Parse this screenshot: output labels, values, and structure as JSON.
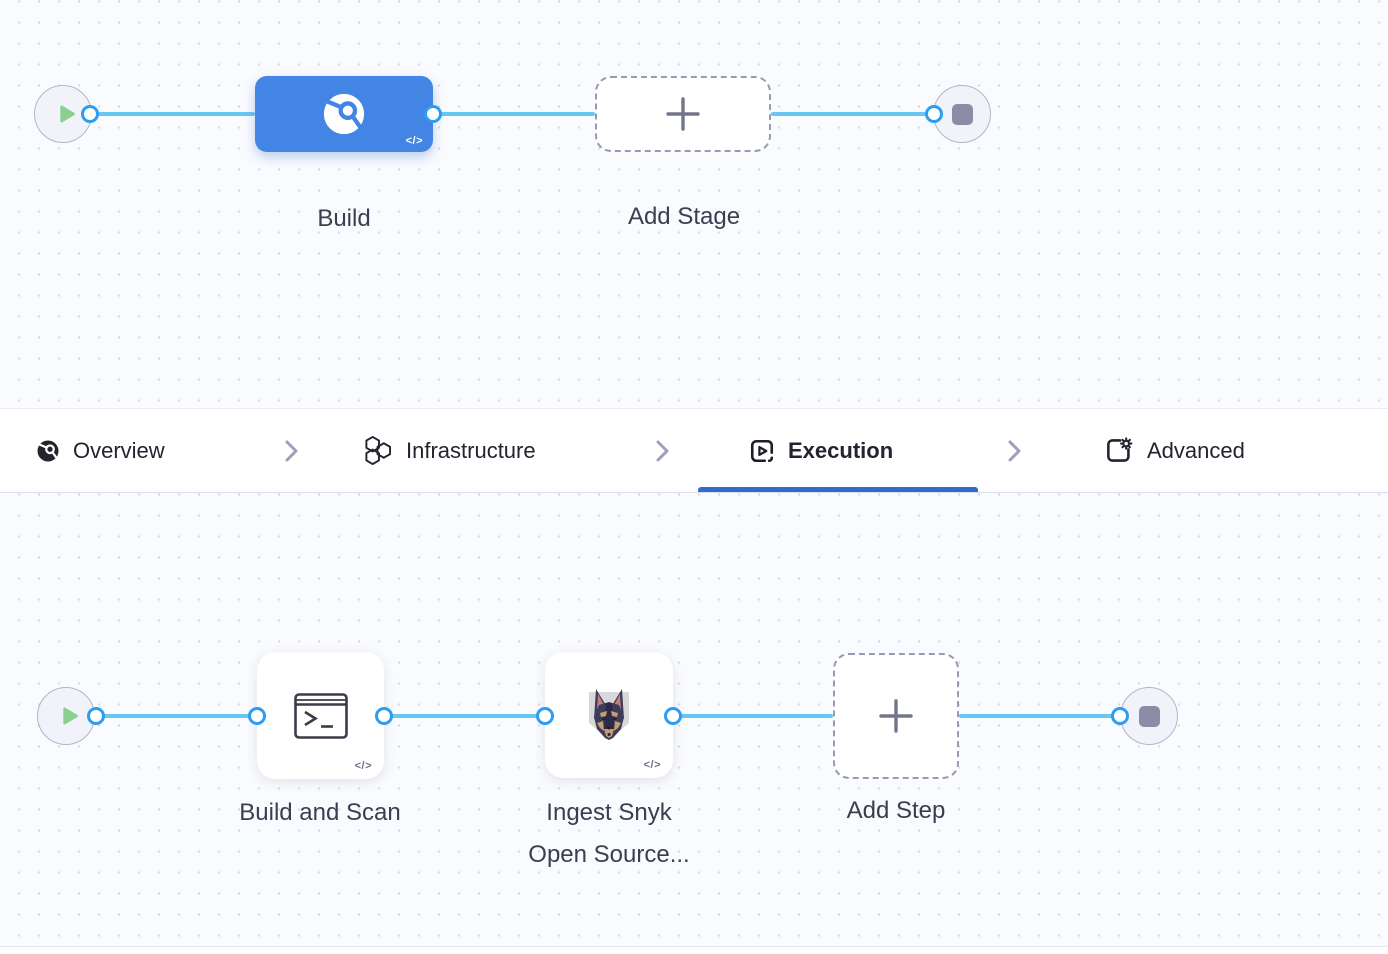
{
  "stage_flow": {
    "start_node": "play",
    "end_node": "stop",
    "build_stage": {
      "label": "Build",
      "yaml_badge": "</>",
      "icon": "ci-magnifier-icon",
      "selected": true
    },
    "add_stage": {
      "label": "Add Stage",
      "icon": "plus-icon"
    }
  },
  "tab_bar": {
    "active_tab": "Execution",
    "tabs": [
      {
        "label": "Overview",
        "icon": "ci-magnifier-icon",
        "active": false
      },
      {
        "label": "Infrastructure",
        "icon": "infrastructure-hexagons-icon",
        "active": false
      },
      {
        "label": "Execution",
        "icon": "execution-play-icon",
        "active": true
      },
      {
        "label": "Advanced",
        "icon": "advanced-settings-icon",
        "active": false
      }
    ],
    "separator_icon": "chevron-right-icon"
  },
  "step_flow": {
    "start_node": "play",
    "end_node": "stop",
    "steps": [
      {
        "label": "Build and Scan",
        "yaml_badge": "</>",
        "icon": "run-step-terminal-icon"
      },
      {
        "label_line1": "Ingest Snyk",
        "label_line2": "Open Source...",
        "yaml_badge": "</>",
        "icon": "snyk-doberman-icon"
      }
    ],
    "add_step": {
      "label": "Add Step",
      "icon": "plus-icon"
    }
  },
  "colors": {
    "canvas_background": "#fafbfe",
    "grid_dot": "#d7dae4",
    "connector_line": "#68c6f2",
    "connector_ring": "#2d9df1",
    "stage_node_blue": "#4285e4",
    "active_tab_underline": "#2e6cd4",
    "play_green": "#8bd18d",
    "stop_gray": "#8b8da6",
    "label_text": "#3c3d4f",
    "tab_text": "#23242f"
  }
}
